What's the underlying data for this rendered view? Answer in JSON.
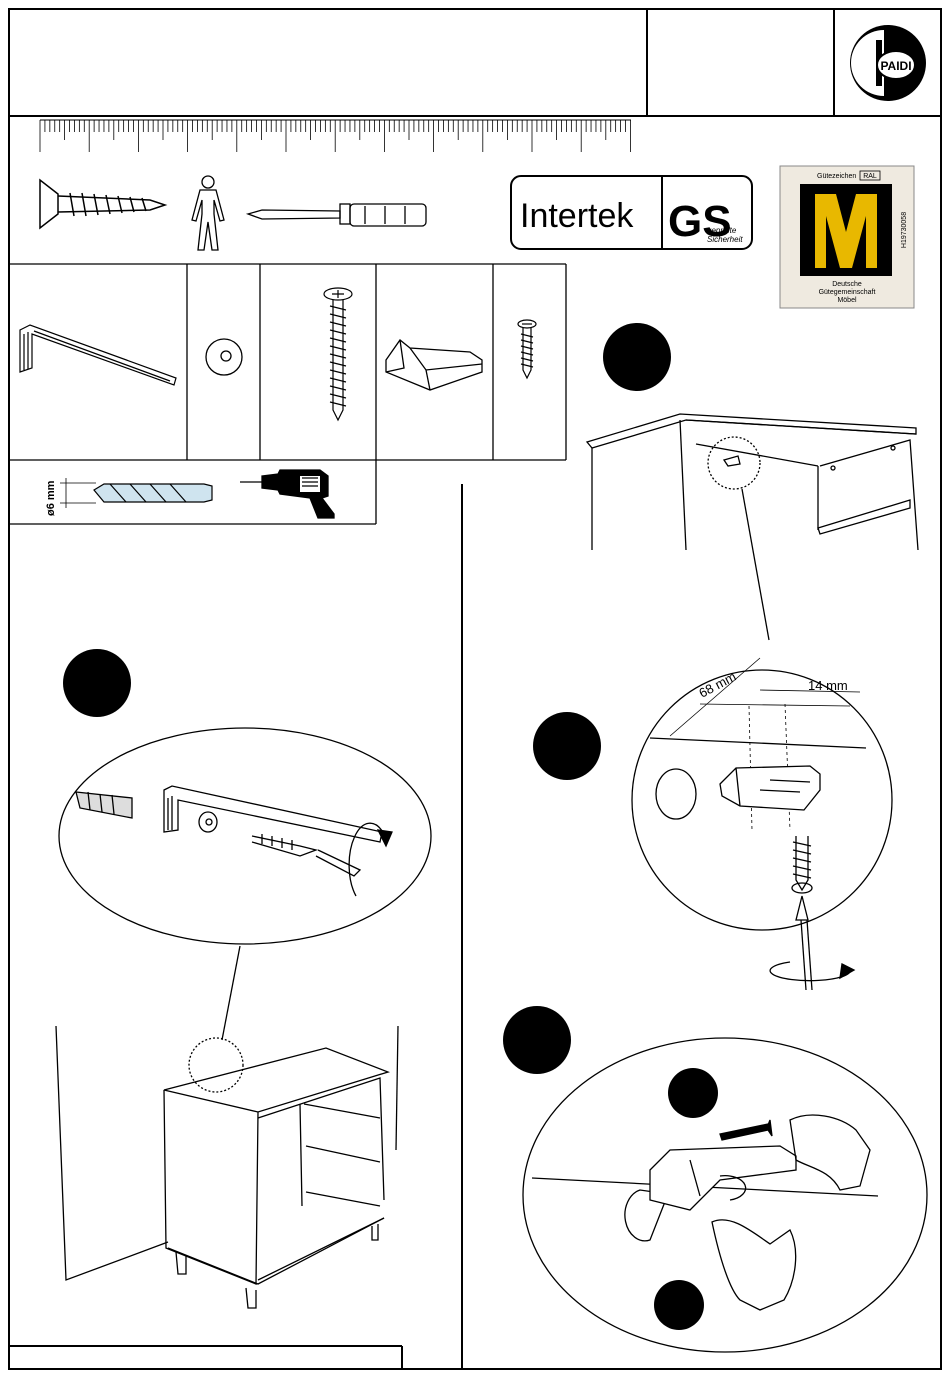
{
  "header": {
    "brand": "PAIDI"
  },
  "tools": {
    "certification_mark": "Intertek",
    "gs_label": "GS",
    "gs_caption_line1": "geprüfte",
    "gs_caption_line2": "Sicherheit"
  },
  "ral_seal": {
    "title": "Gütezeichen",
    "badge": "RAL",
    "code": "H19730058",
    "line1": "Deutsche",
    "line2": "Gütegemeinschaft",
    "line3": "Möbel"
  },
  "drill": {
    "diameter_label": "ø6 mm"
  },
  "dimensions": {
    "spacing_1": "68 mm",
    "spacing_2": "14 mm"
  }
}
